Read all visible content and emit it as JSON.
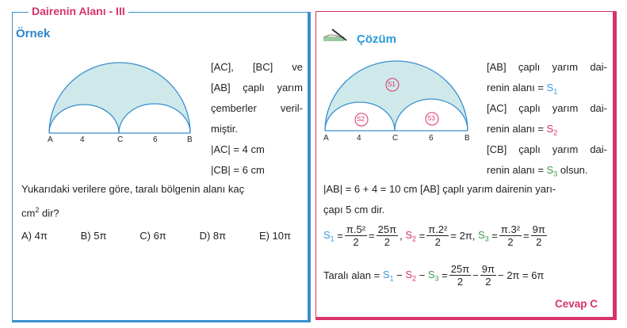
{
  "section_title": "Dairenin Alanı - III",
  "example": {
    "heading": "Örnek",
    "given_lines": [
      "[AC], [BC] ve",
      "[AB] çaplı yarım",
      "çemberler veril-",
      "miştir.",
      "|AC| = 4 cm",
      "|CB| = 6 cm"
    ],
    "question_line1": "Yukarıdaki verilere göre, taralı bölgenin alanı kaç",
    "question_line2_base": "cm",
    "question_line2_sup": "2",
    "question_line2_rest": " dir?",
    "options": [
      "A) 4π",
      "B) 5π",
      "C) 6π",
      "D) 8π",
      "E) 10π"
    ],
    "diagram": {
      "points": [
        "A",
        "C",
        "B"
      ],
      "segments": [
        "4",
        "6"
      ]
    }
  },
  "solution": {
    "heading": "Çözüm",
    "diagram": {
      "points": [
        "A",
        "C",
        "B"
      ],
      "segments": [
        "4",
        "6"
      ],
      "regions": [
        "S1",
        "S2",
        "S3"
      ]
    },
    "lines": [
      "[AB] çaplı yarım dai-",
      "renin alanı = ",
      "[AC] çaplı yarım dai-",
      "renin alanı = ",
      "[CB] çaplı yarım dai-",
      "renin alanı = "
    ],
    "olsun": " olsun.",
    "ab_line1": "|AB| = 6 + 4 = 10 cm  [AB] çaplı yarım dairenin yarı-",
    "ab_line2": "çapı  5 cm  dir.",
    "S": "S",
    "i1": "1",
    "i2": "2",
    "i3": "3",
    "eq": {
      "f1n": "π.5²",
      "f1d": "2",
      "f1r_n": "25π",
      "f1r_d": "2",
      "f2n": "π.2²",
      "f2d": "2",
      "f2r": "= 2π,",
      "f3n": "π.3²",
      "f3d": "2",
      "f3r_n": "9π",
      "f3r_d": "2"
    },
    "shaded_label": "Taralı alan = ",
    "final": {
      "a_n": "25π",
      "a_d": "2",
      "b_n": "9π",
      "b_d": "2",
      "tail": "− 2π = 6π"
    },
    "answer": "Cevap C"
  },
  "colors": {
    "blue": "#3a8fd0",
    "pink": "#d8336a",
    "green": "#3a9a4a",
    "fill": "#cfe9ea"
  }
}
